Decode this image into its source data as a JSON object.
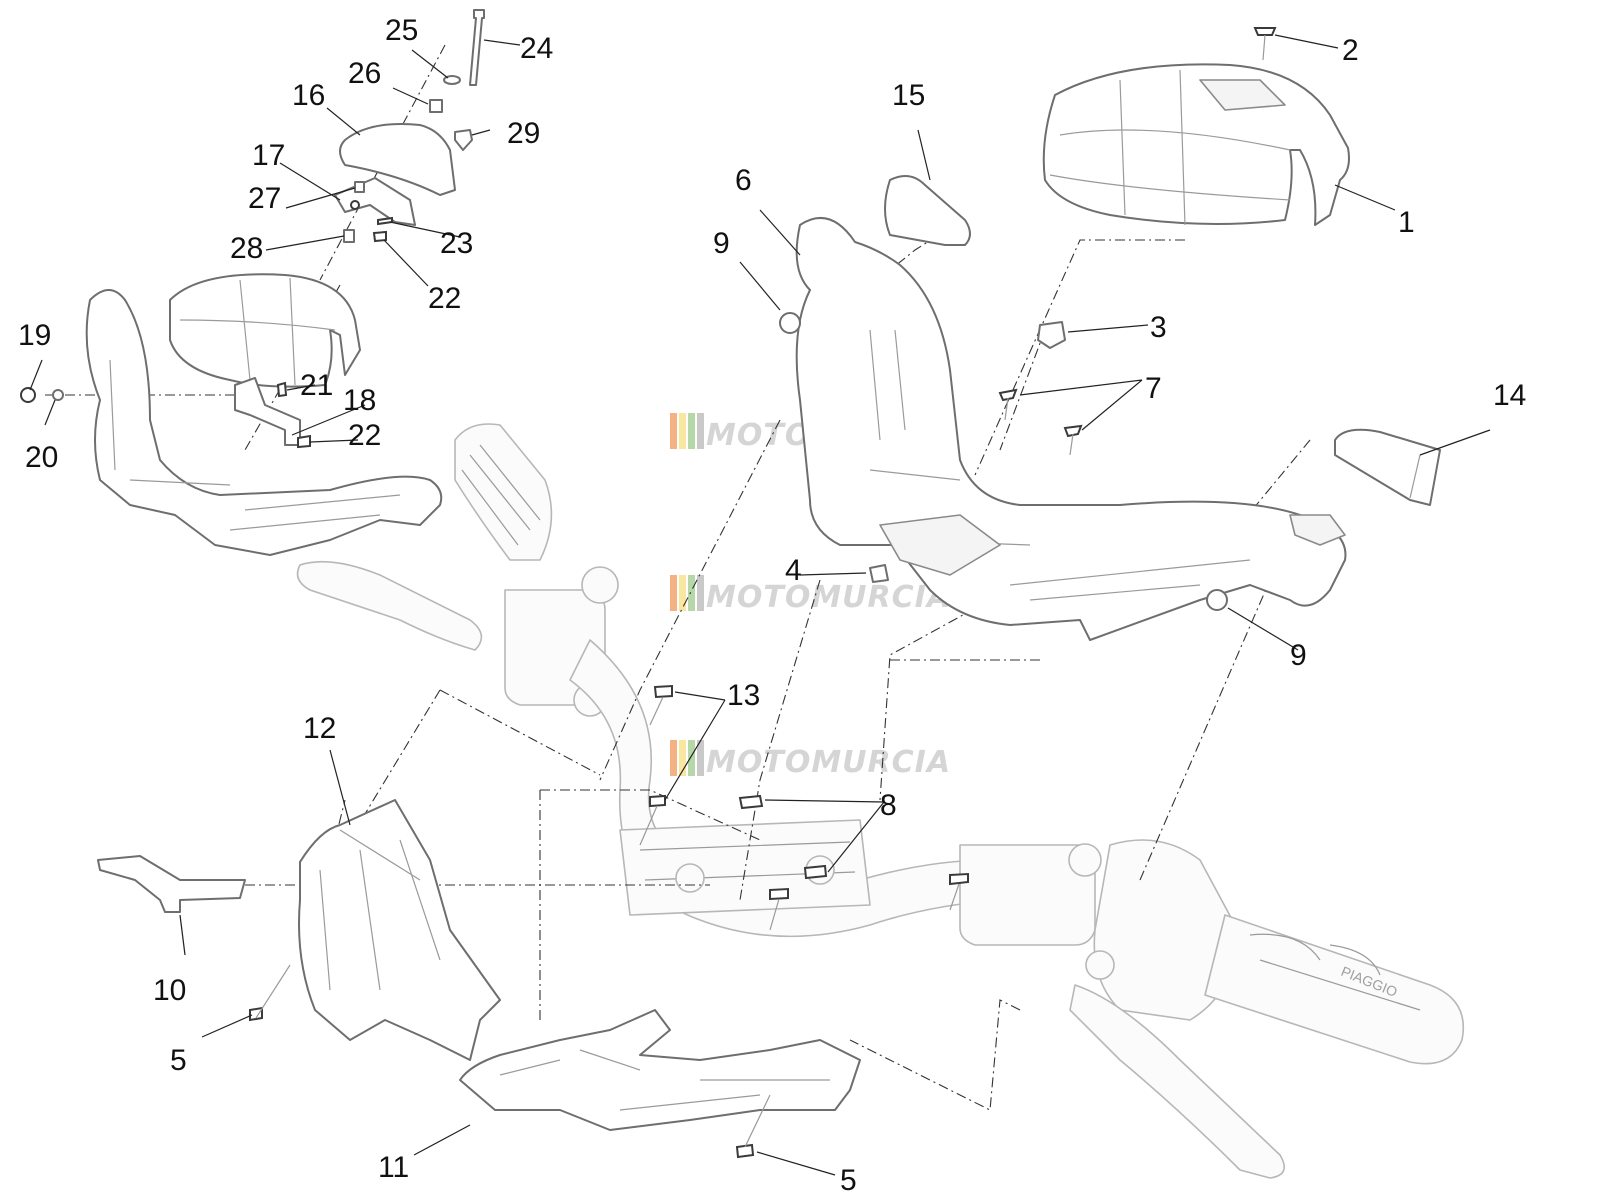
{
  "watermark": {
    "text": "MOTOMURCIA",
    "stripe_colors": [
      "#f4b183",
      "#f9e79f",
      "#b6d7a8",
      "#c9c9c9"
    ]
  },
  "brand_on_grip": "PIAGGIO",
  "callouts": {
    "c1": "1",
    "c2": "2",
    "c3": "3",
    "c4": "4",
    "c5a": "5",
    "c5b": "5",
    "c6": "6",
    "c7": "7",
    "c8": "8",
    "c9a": "9",
    "c9b": "9",
    "c10": "10",
    "c11": "11",
    "c12": "12",
    "c13": "13",
    "c14": "14",
    "c15": "15",
    "c16": "16",
    "c17": "17",
    "c18": "18",
    "c19": "19",
    "c20": "20",
    "c21": "21",
    "c22a": "22",
    "c22b": "22",
    "c23": "23",
    "c24": "24",
    "c25": "25",
    "c26": "26",
    "c27": "27",
    "c28": "28",
    "c29": "29"
  }
}
